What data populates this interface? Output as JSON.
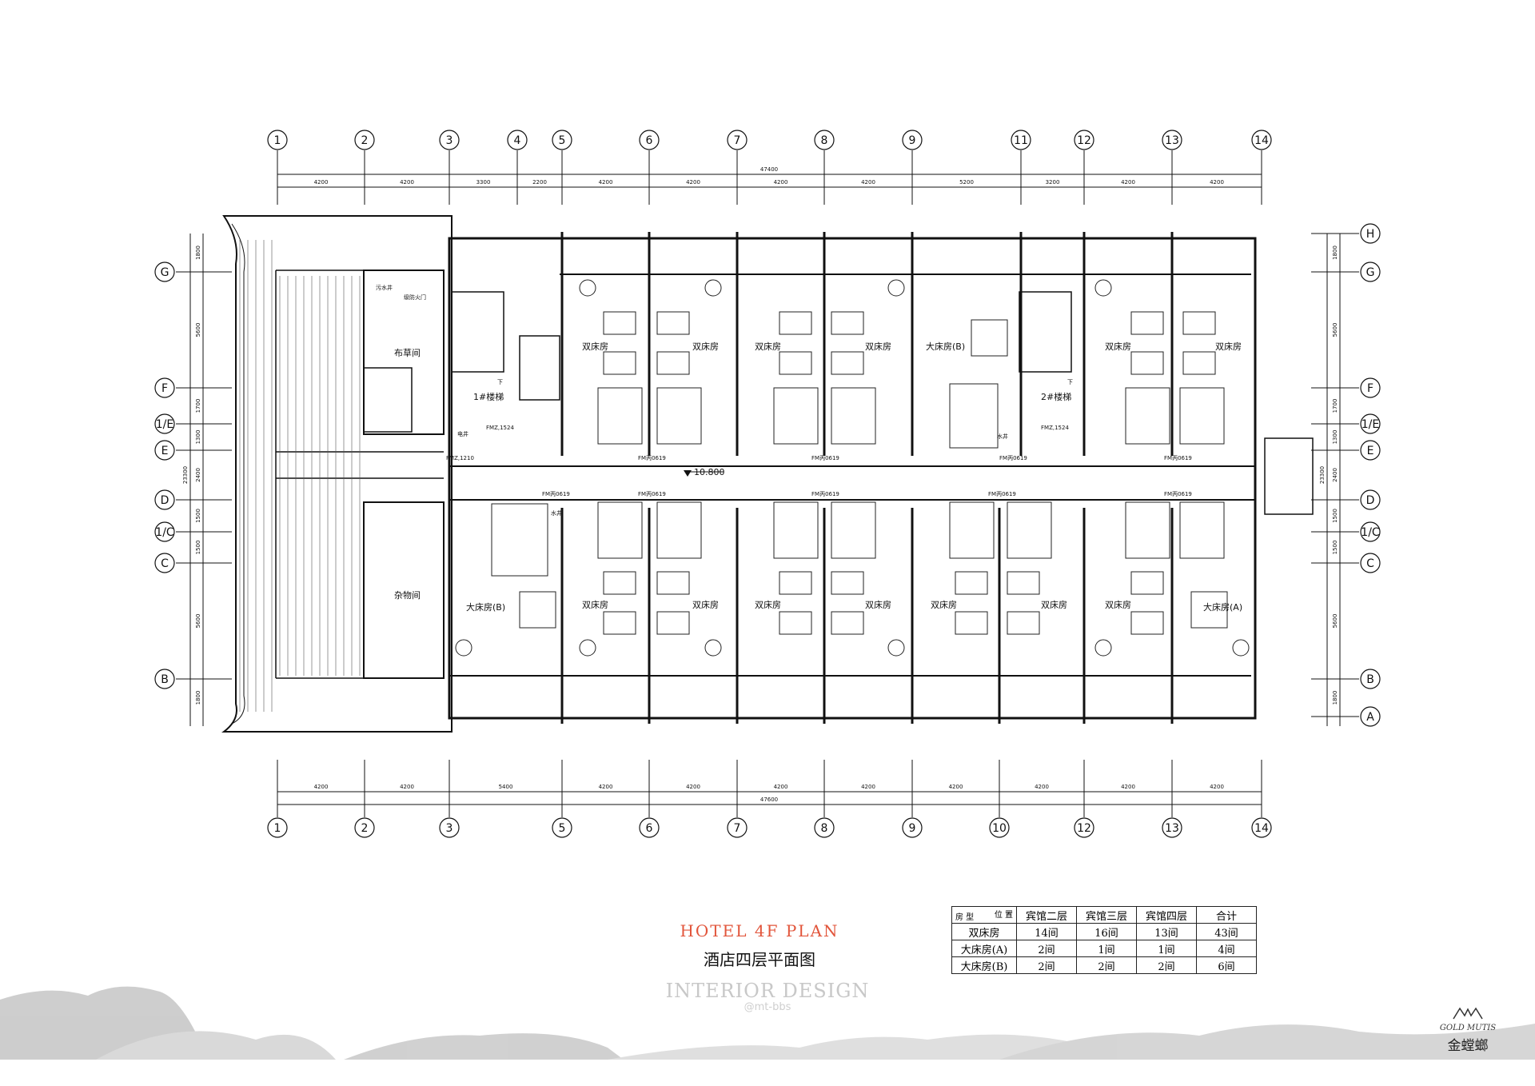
{
  "plan": {
    "axes_top": [
      "1",
      "2",
      "3",
      "4",
      "5",
      "6",
      "7",
      "8",
      "9",
      "11",
      "12",
      "13",
      "14"
    ],
    "axes_bottom": [
      "1",
      "2",
      "3",
      "5",
      "6",
      "7",
      "8",
      "9",
      "10",
      "12",
      "13",
      "14"
    ],
    "axes_left": [
      "G",
      "F",
      "1/E",
      "E",
      "D",
      "1/C",
      "C",
      "B"
    ],
    "axes_right": [
      "H",
      "G",
      "F",
      "1/E",
      "E",
      "D",
      "1/C",
      "C",
      "B",
      "A"
    ],
    "dims_top": [
      "4200",
      "4200",
      "3300",
      "2200",
      "4200",
      "4200",
      "4200",
      "4200",
      "5200",
      "3200",
      "4200",
      "4200"
    ],
    "dim_top_total": "47400",
    "dims_bottom": [
      "4200",
      "4200",
      "5400",
      "4200",
      "4200",
      "4200",
      "4200",
      "4200",
      "4200",
      "4200",
      "4200"
    ],
    "dim_bottom_total": "47600",
    "dims_left": [
      "1800",
      "5600",
      "1700",
      "1300",
      "2400",
      "1500",
      "1500",
      "5600",
      "1800"
    ],
    "dim_left_total": "23300",
    "dims_right": [
      "1800",
      "5600",
      "1700",
      "1300",
      "2400",
      "1500",
      "1500",
      "5600",
      "1800"
    ],
    "dim_right_total": "23300",
    "level": "10.800",
    "labels": {
      "double_room": "双床房",
      "king_b": "大床房(B)",
      "king_a": "大床房(A)",
      "linen": "布草间",
      "storage": "杂物间",
      "stair1": "1#楼梯",
      "stair2": "2#楼梯",
      "elec_shaft": "电井",
      "water_shaft": "水井",
      "fire_door": "级防火门",
      "sewage": "污水井",
      "fmz": "FMZ,1524",
      "fmz2": "FMZ,1210",
      "fm": "FM丙0619",
      "down": "下"
    }
  },
  "title": {
    "en": "HOTEL 4F PLAN",
    "cn": "酒店四层平面图"
  },
  "watermark": {
    "line1": "INTERIOR DESIGN",
    "line2": "@mt-bbs"
  },
  "summary": {
    "corner_top": "位 置",
    "corner_bottom": "房 型",
    "headers": [
      "宾馆二层",
      "宾馆三层",
      "宾馆四层",
      "合计"
    ],
    "rows": [
      {
        "type": "双床房",
        "values": [
          "14间",
          "16间",
          "13间",
          "43间"
        ]
      },
      {
        "type": "大床房(A)",
        "values": [
          "2间",
          "1间",
          "1间",
          "4间"
        ]
      },
      {
        "type": "大床房(B)",
        "values": [
          "2间",
          "2间",
          "2间",
          "6间"
        ]
      }
    ]
  },
  "logo": {
    "en": "GOLD MUTIS",
    "cn": "金螳螂"
  }
}
